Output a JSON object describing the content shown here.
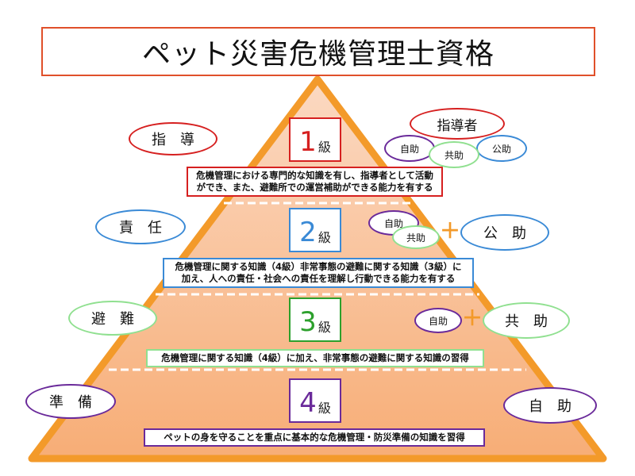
{
  "title": "ペット災害危機管理士資格",
  "colors": {
    "level1": "#d62020",
    "level2": "#3a8ad6",
    "level3": "#2ca02c",
    "level4": "#6a2a9a",
    "pyramid_stroke": "#f39a2a",
    "pyramid_fill": "#f8b98a"
  },
  "levels": [
    {
      "num": "1",
      "unit": "級",
      "role": "指　導",
      "desc": [
        "危機管理における専門的な知識を有し、指導者として活動",
        "ができ、また、避難所での運営補助ができる能力を有する"
      ]
    },
    {
      "num": "2",
      "unit": "級",
      "role": "責　任",
      "desc": [
        "危機管理に関する知識（4級）非常事態の避難に関する知識（3級）に",
        "加え、人への責任・社会への責任を理解し行動できる能力を有する"
      ]
    },
    {
      "num": "3",
      "unit": "級",
      "role": "避　難",
      "desc": [
        "危機管理に関する知識（4級）に加え、非常事態の避難に関する知識の習得"
      ]
    },
    {
      "num": "4",
      "unit": "級",
      "role": "準　備",
      "desc": [
        "ペットの身を守ることを重点に基本的な危機管理・防災準備の知識を習得"
      ]
    }
  ],
  "right": {
    "leader": "指導者",
    "l1": [
      "自助",
      "共助",
      "公助"
    ],
    "l2_small": [
      "自助",
      "共助"
    ],
    "l2_big": "公　助",
    "l3_small": "自助",
    "l3_big": "共　助",
    "l4_big": "自　助",
    "plus": "＋"
  }
}
